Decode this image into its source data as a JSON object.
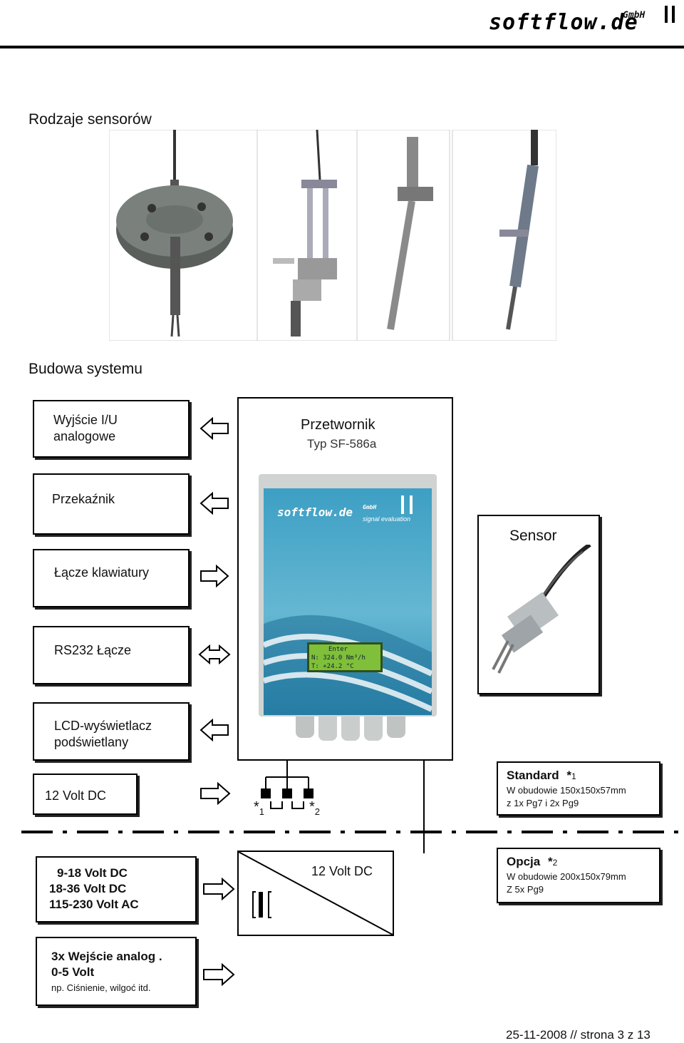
{
  "header": {
    "logo_text": "softflow.de",
    "logo_suffix": "GmbH"
  },
  "sections": {
    "sensor_types_title": "Rodzaje sensorów",
    "system_title": "Budowa systemu"
  },
  "left_boxes": {
    "analog_out_line1": "Wyjście I/U",
    "analog_out_line2": "analogowe",
    "relay": "Przekaźnik",
    "keyboard": "Łącze klawiatury",
    "rs232": "RS232 Łącze",
    "lcd_line1": "LCD-wyświetlacz",
    "lcd_line2": "podświetlany",
    "power": "12 Volt DC"
  },
  "converter": {
    "title": "Przetwornik",
    "type": "Typ SF-586a",
    "device_logo": "softflow.de",
    "device_logo_suffix": "GmbH",
    "device_tagline": "signal evaluation",
    "lcd_row1": "Enter",
    "lcd_row2": "N:   324.0 Nm³/h",
    "lcd_row3": "T:   +24.2   °C"
  },
  "sensor_box": {
    "title": "Sensor"
  },
  "switch_labels": {
    "star1": "*",
    "sub1": "1",
    "star2": "*",
    "sub2": "2"
  },
  "standard_box": {
    "title": "Standard",
    "marker": "*",
    "marker_sub": "1",
    "line1": "W obudowie 150x150x57mm",
    "line2": "z 1x Pg7 i 2x Pg9"
  },
  "option_box": {
    "title": "Opcja",
    "marker": "*",
    "marker_sub": "2",
    "line1": "W obudowie 200x150x79mm",
    "line2": "Z 5x Pg9"
  },
  "supply_box": {
    "line1": "9-18 Volt DC",
    "line2": "18-36 Volt DC",
    "line3": "115-230 Volt AC"
  },
  "psu_box": {
    "label": "12 Volt DC"
  },
  "analog_in_box": {
    "line1": "3x Wejście analog .",
    "line2": "0-5 Volt",
    "line3": "np. Ciśnienie, wilgoć itd."
  },
  "footer": {
    "text": "25-11-2008 // strona 3 z 13"
  }
}
